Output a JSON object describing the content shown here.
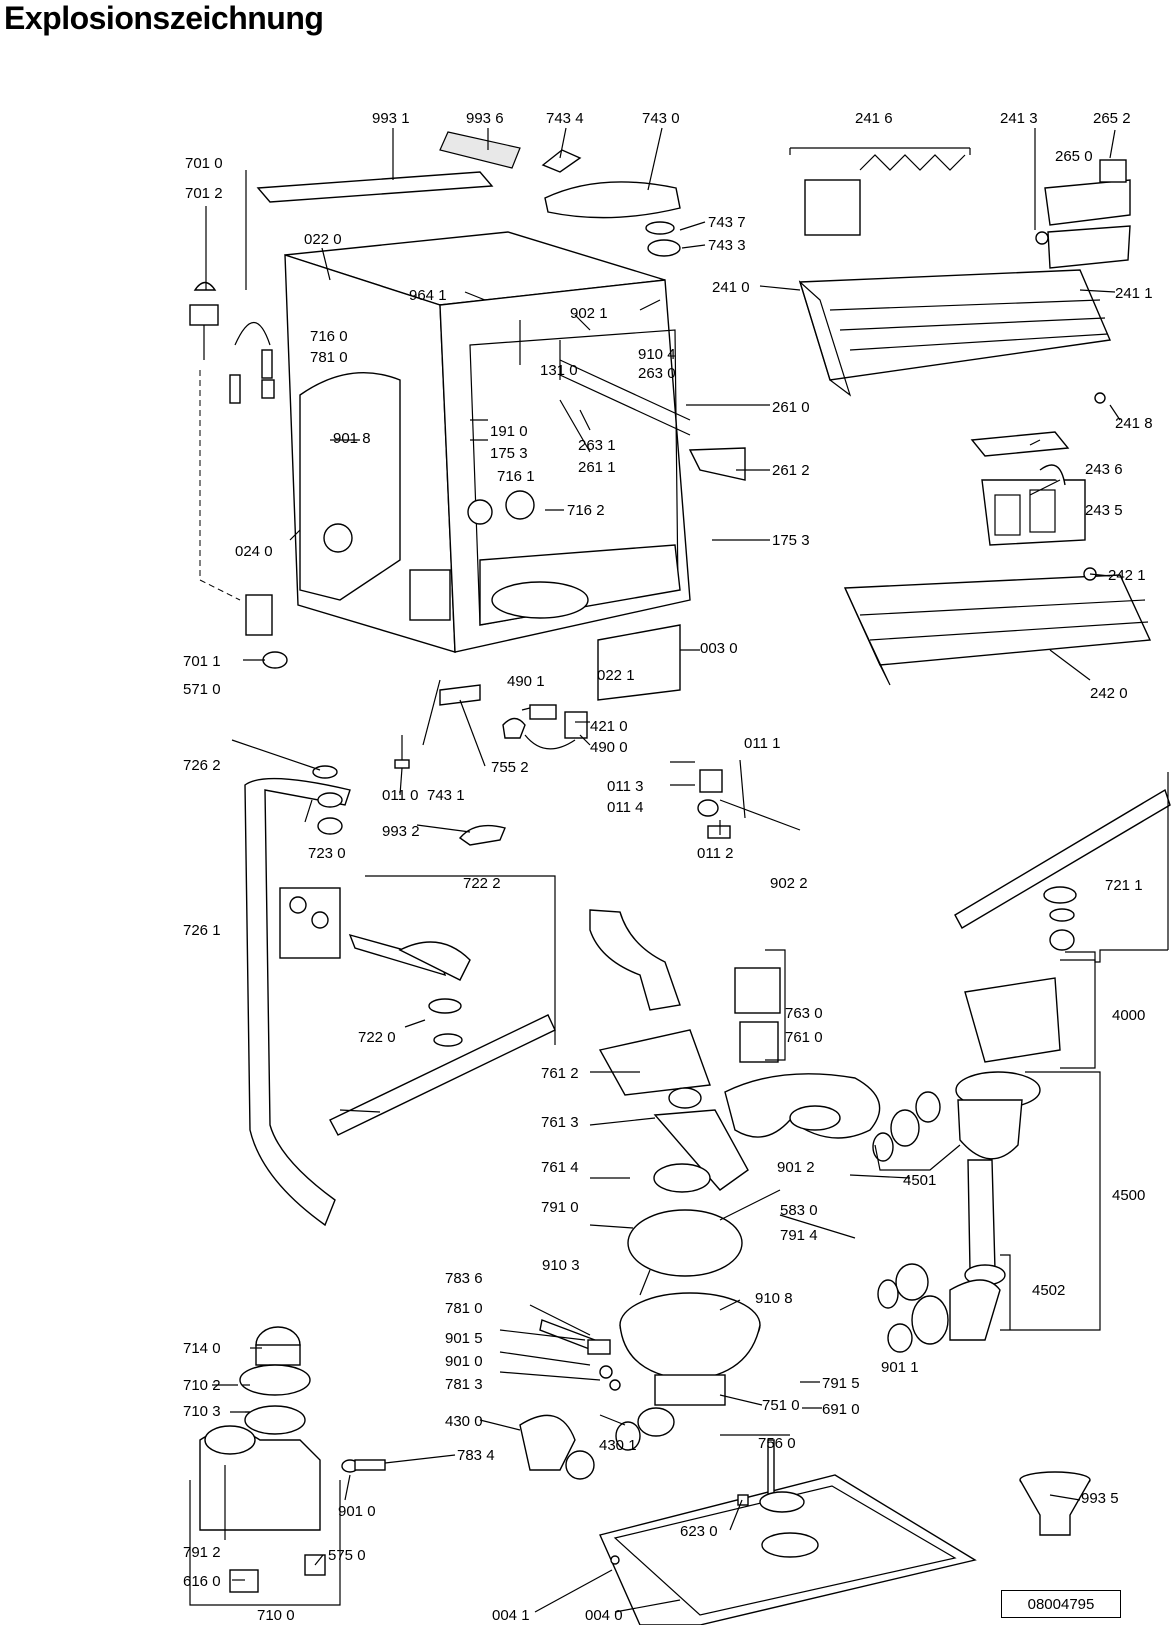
{
  "title": "Explosionszeichnung",
  "reference_number": "08004795",
  "part_labels": [
    "993 1",
    "993 6",
    "743 4",
    "743 0",
    "241 6",
    "241 3",
    "265 2",
    "265 0",
    "701 0",
    "701 2",
    "743 7",
    "743 3",
    "022 0",
    "241 0",
    "241 1",
    "964 1",
    "902 1",
    "910 4",
    "131 0",
    "263 0",
    "716 0",
    "781 0",
    "261 0",
    "241 8",
    "901 8",
    "191 0",
    "175 3",
    "263 1",
    "261 1",
    "261 2",
    "243 6",
    "716 1",
    "716 2",
    "243 5",
    "175 3",
    "024 0",
    "242 1",
    "003 0",
    "701 1",
    "022 1",
    "242 0",
    "571 0",
    "490 1",
    "421 0",
    "490 0",
    "011 1",
    "726 2",
    "755 2",
    "011 0",
    "743 1",
    "011 3",
    "011 4",
    "723 0",
    "993 2",
    "011 2",
    "902 2",
    "722 2",
    "721 1",
    "726 1",
    "763 0",
    "4000",
    "722 0",
    "761 0",
    "761 2",
    "761 3",
    "4501",
    "901 2",
    "761 4",
    "4500",
    "791 0",
    "583 0",
    "791 4",
    "783 6",
    "910 3",
    "910 8",
    "4502",
    "781 0",
    "901 5",
    "901 0",
    "781 3",
    "714 0",
    "901 1",
    "710 2",
    "791 5",
    "751 0",
    "710 3",
    "691 0",
    "430 0",
    "430 1",
    "756 0",
    "783 4",
    "901 0",
    "993 5",
    "623 0",
    "791 2",
    "575 0",
    "616 0",
    "710 0",
    "004 1",
    "004 0"
  ]
}
